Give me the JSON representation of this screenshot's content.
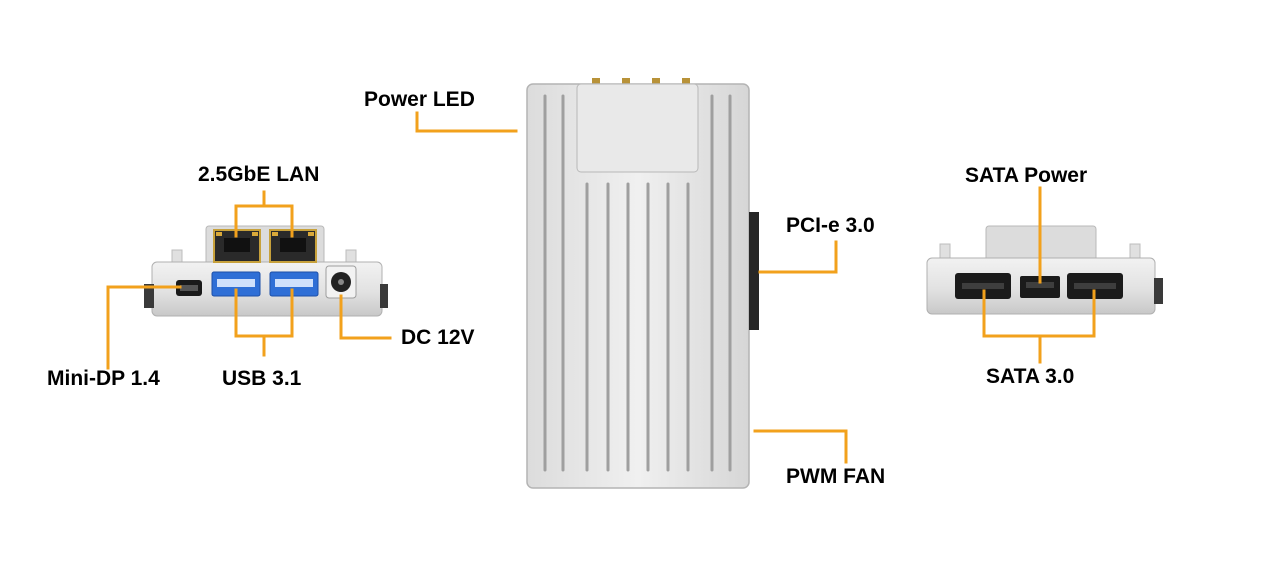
{
  "labels": {
    "power_led": "Power LED",
    "lan": "2.5GbE LAN",
    "pcie": "PCI-e 3.0",
    "sata_power": "SATA Power",
    "dc": "DC 12V",
    "mini_dp": "Mini-DP 1.4",
    "usb": "USB 3.1",
    "sata": "SATA 3.0",
    "pwm_fan": "PWM FAN"
  },
  "colors": {
    "leader": "#f2a11c",
    "body": "#e6e6e6",
    "body_shadow": "#bdbdbd",
    "usb_blue": "#2f6fd6",
    "port_dark": "#1c1c1c"
  }
}
